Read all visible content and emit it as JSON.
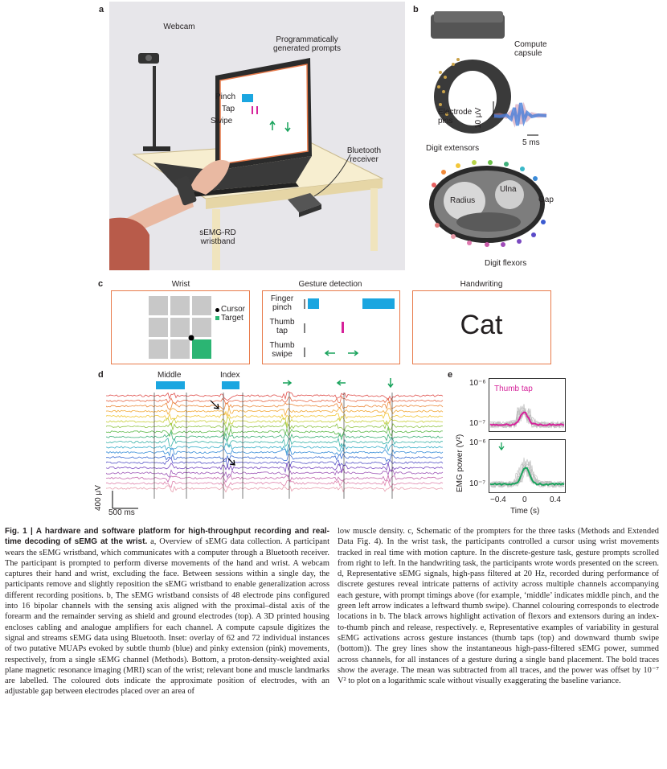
{
  "panel_a": {
    "label": "a",
    "webcam": "Webcam",
    "prompts": "Programmatically generated prompts",
    "pinch": "Pinch",
    "tap": "Tap",
    "swipe": "Swipe",
    "bluetooth": "Bluetooth receiver",
    "wristband": "sEMG-RD wristband"
  },
  "panel_b": {
    "label": "b",
    "compute": "Compute capsule",
    "electrode": "Electrode pins",
    "scale_v": "10 μV",
    "scale_t": "5 ms",
    "extensors": "Digit extensors",
    "radius": "Radius",
    "ulna": "Ulna",
    "gap": "Gap",
    "flexors": "Digit flexors"
  },
  "panel_c": {
    "label": "c",
    "wrist_title": "Wrist",
    "gesture_title": "Gesture detection",
    "hand_title": "Handwriting",
    "cursor": "Cursor",
    "target": "Target",
    "finger_pinch": "Finger pinch",
    "thumb_tap": "Thumb tap",
    "thumb_swipe": "Thumb swipe",
    "word": "Cat"
  },
  "panel_d": {
    "label": "d",
    "middle": "Middle",
    "index": "Index",
    "scale_v": "400 μV",
    "scale_t": "500 ms"
  },
  "panel_e": {
    "label": "e",
    "thumb_tap": "Thumb tap",
    "ylabel": "EMG power (V²)",
    "xlabel": "Time (s)",
    "ytick_top": "10⁻⁶",
    "ytick_bottom": "10⁻⁷",
    "xticks": [
      "−0.4",
      "0",
      "0.4"
    ]
  },
  "colors": {
    "accent_orange": "#e87a4a",
    "prompt_blue": "#1ba6e0",
    "tap_magenta": "#d6219a",
    "swipe_green": "#19a35c",
    "target_green": "#2bb573"
  },
  "caption": {
    "col1_bold": "Fig. 1 | A hardware and software platform for high-throughput recording and real-time decoding of sEMG at the wrist.",
    "col1_text": " a, Overview of sEMG data collection. A participant wears the sEMG wristband, which communicates with a computer through a Bluetooth receiver. The participant is prompted to perform diverse movements of the hand and wrist. A webcam captures their hand and wrist, excluding the face. Between sessions within a single day, the participants remove and slightly reposition the sEMG wristband to enable generalization across different recording positions. b, The sEMG wristband consists of 48 electrode pins configured into 16 bipolar channels with the sensing axis aligned with the proximal–distal axis of the forearm and the remainder serving as shield and ground electrodes (top). A 3D printed housing encloses cabling and analogue amplifiers for each channel. A compute capsule digitizes the signal and streams sEMG data using Bluetooth. Inset: overlay of 62 and 72 individual instances of two putative MUAPs evoked by subtle thumb (blue) and pinky extension (pink) movements, respectively, from a single sEMG channel (Methods). Bottom, a proton-density-weighted axial plane magnetic resonance imaging (MRI) scan of the wrist; relevant bone and muscle landmarks are labelled. The coloured dots indicate the approximate position of electrodes, with an adjustable gap between electrodes placed over an area of",
    "col2_text": "low muscle density. c, Schematic of the prompters for the three tasks (Methods and Extended Data Fig. 4). In the wrist task, the participants controlled a cursor using wrist movements tracked in real time with motion capture. In the discrete-gesture task, gesture prompts scrolled from right to left. In the handwriting task, the participants wrote words presented on the screen. d, Representative sEMG signals, high-pass filtered at 20 Hz, recorded during performance of discrete gestures reveal intricate patterns of activity across multiple channels accompanying each gesture, with prompt timings above (for example, ‘middle’ indicates middle pinch, and the green left arrow indicates a leftward thumb swipe). Channel colouring corresponds to electrode locations in b. The black arrows highlight activation of flexors and extensors during an index-to-thumb pinch and release, respectively. e, Representative examples of variability in gestural sEMG activations across gesture instances (thumb taps (top) and downward thumb swipe (bottom)). The grey lines show the instantaneous high-pass-filtered sEMG power, summed across channels, for all instances of a gesture during a single band placement. The bold traces show the average. The mean was subtracted from all traces, and the power was offset by 10⁻⁷ V² to plot on a logarithmic scale without visually exaggerating the baseline variance."
  }
}
